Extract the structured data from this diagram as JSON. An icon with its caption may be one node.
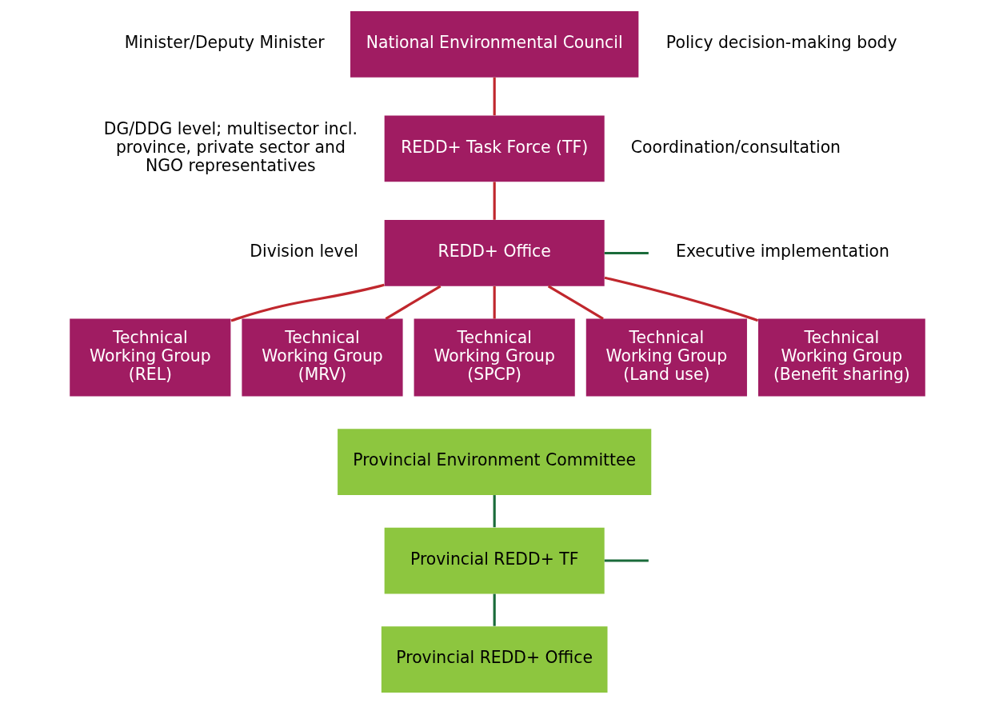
{
  "diagram": {
    "nodes": [
      {
        "text": [
          "National Environmental Council"
        ]
      },
      {
        "text": [
          "REDD+ Task Force (TF)"
        ]
      },
      {
        "text": [
          "REDD+ Office"
        ]
      },
      {
        "text": [
          "Technical Working Group (REL)"
        ]
      },
      {
        "text": [
          "Technical Working Group (MRV)"
        ]
      },
      {
        "text": [
          "Technical Working Group (SPCP)"
        ]
      },
      {
        "text": [
          "Technical Working Group (Land use)"
        ]
      },
      {
        "text": [
          "Technical Working Group (Benefit sharing)"
        ]
      },
      {
        "text": [
          "Provincial Environment Committee"
        ]
      },
      {
        "text": [
          "Provincial REDD+ TF"
        ]
      },
      {
        "text": [
          "Provincial REDD+ Office"
        ]
      }
    ],
    "edges": [
      {
        "from": 0,
        "to": 1,
        "arrow": "none"
      },
      {
        "from": 1,
        "to": 2,
        "arrow": "none"
      },
      {
        "from": 2,
        "to": 3,
        "arrow": "none"
      },
      {
        "from": 2,
        "to": 4,
        "arrow": "none"
      },
      {
        "from": 2,
        "to": 5,
        "arrow": "none"
      },
      {
        "from": 2,
        "to": 6,
        "arrow": "none"
      },
      {
        "from": 2,
        "to": 7,
        "arrow": "none"
      },
      {
        "from": 2,
        "to": null,
        "arrow": "none",
        "color": "#1a6b3a"
      },
      {
        "from": 8,
        "to": 9,
        "arrow": "none",
        "color": "#1a6b3a"
      },
      {
        "from": 9,
        "to": 10,
        "arrow": "none",
        "color": "#1a6b3a"
      },
      {
        "from": 9,
        "to": null,
        "arrow": "none",
        "color": "#1a6b3a"
      }
    ],
    "labels": [
      "Minister/Deputy Minister",
      "Policy decision-making body",
      "DG/DDG level; multisector incl. province, private sector and NGO representatives",
      "Coordination/consultation",
      "Division level",
      "Executive implementation"
    ]
  }
}
